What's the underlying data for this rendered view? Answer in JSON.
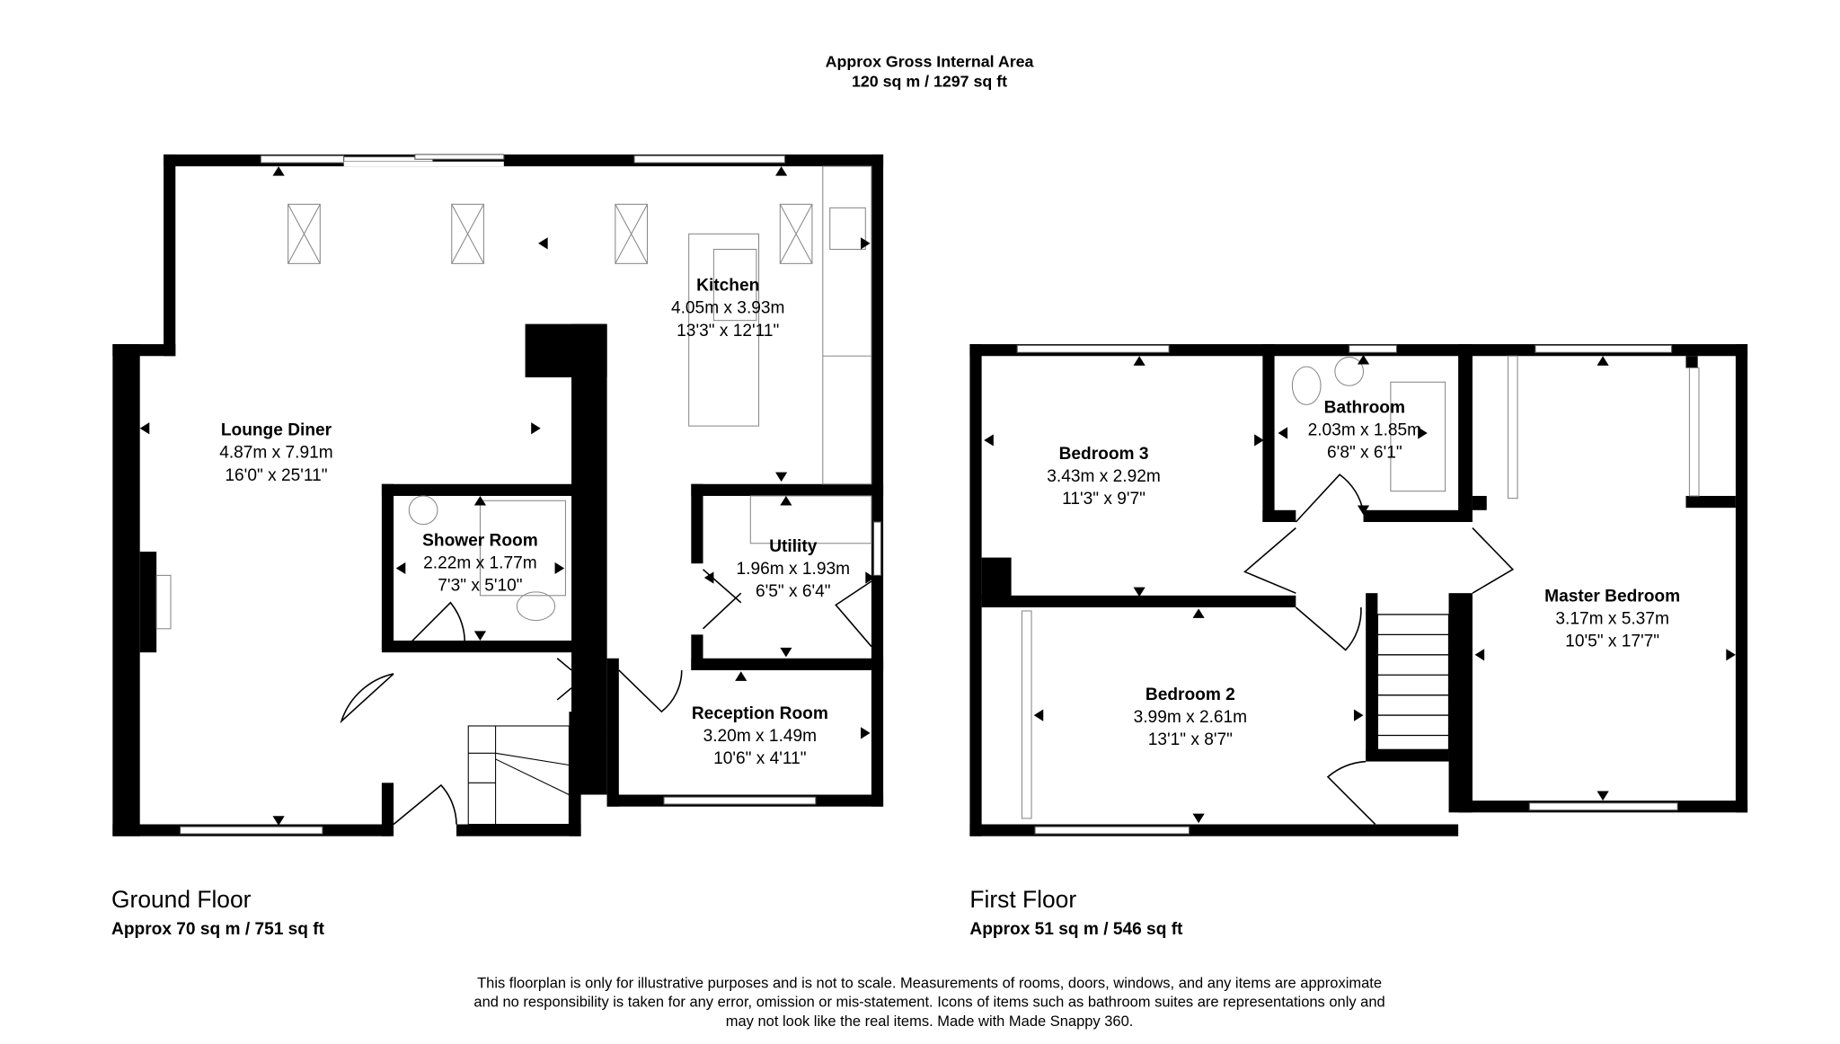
{
  "header": {
    "line1": "Approx Gross Internal Area",
    "line2": "120 sq m / 1297 sq ft"
  },
  "ground_floor": {
    "title": "Ground Floor",
    "area": "Approx 70 sq m / 751 sq ft",
    "rooms": [
      {
        "name": "Lounge Diner",
        "metric": "4.87m x 7.91m",
        "imperial": "16'0\" x 25'11\""
      },
      {
        "name": "Kitchen",
        "metric": "4.05m x 3.93m",
        "imperial": "13'3\" x 12'11\""
      },
      {
        "name": "Shower Room",
        "metric": "2.22m x 1.77m",
        "imperial": "7'3\" x 5'10\""
      },
      {
        "name": "Utility",
        "metric": "1.96m x 1.93m",
        "imperial": "6'5\" x 6'4\""
      },
      {
        "name": "Reception Room",
        "metric": "3.20m x 1.49m",
        "imperial": "10'6\" x 4'11\""
      }
    ]
  },
  "first_floor": {
    "title": "First Floor",
    "area": "Approx 51 sq m / 546 sq ft",
    "rooms": [
      {
        "name": "Bedroom 3",
        "metric": "3.43m x 2.92m",
        "imperial": "11'3\" x 9'7\""
      },
      {
        "name": "Bathroom",
        "metric": "2.03m x 1.85m",
        "imperial": "6'8\" x 6'1\""
      },
      {
        "name": "Master Bedroom",
        "metric": "3.17m x 5.37m",
        "imperial": "10'5\" x 17'7\""
      },
      {
        "name": "Bedroom 2",
        "metric": "3.99m x 2.61m",
        "imperial": "13'1\" x 8'7\""
      }
    ]
  },
  "disclaimer": [
    "This floorplan is only for illustrative purposes and is not to scale. Measurements of rooms, doors, windows, and any items are approximate",
    "and no responsibility is taken for any error, omission or mis-statement. Icons of items such as bathroom suites are representations only and",
    "may not look like the real items. Made with Made Snappy 360."
  ]
}
